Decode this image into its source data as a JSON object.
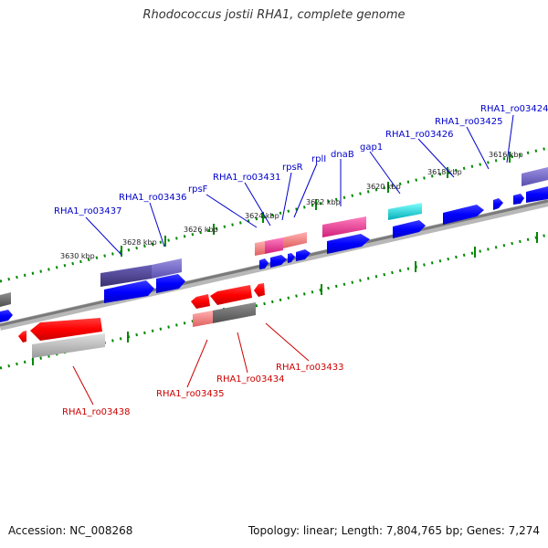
{
  "title": "Rhodococcus jostii RHA1, complete genome",
  "footer": {
    "accession": "Accession: NC_008268",
    "summary": "Topology: linear; Length: 7,804,765 bp; Genes: 7,274"
  },
  "ruler": [
    "3630 kbp",
    "3628 kbp",
    "3626 kbp",
    "3624 kbp",
    "3622 kbp",
    "3620 kbp",
    "3618 kbp",
    "3616 kbp"
  ],
  "colors": {
    "forward_label": "#0000cc",
    "reverse_label": "#cc0000",
    "cds_blue": "#0000ff",
    "backbone": "#888888",
    "tick": "#008800"
  },
  "forward_genes": [
    "RHA1_ro03437",
    "RHA1_ro03436",
    "rpsF",
    "RHA1_ro03431",
    "rpsR",
    "rplI",
    "dnaB",
    "gap1",
    "RHA1_ro03426",
    "RHA1_ro03425",
    "RHA1_ro03424"
  ],
  "reverse_genes": [
    "RHA1_ro03438",
    "RHA1_ro03435",
    "RHA1_ro03434",
    "RHA1_ro03433"
  ]
}
